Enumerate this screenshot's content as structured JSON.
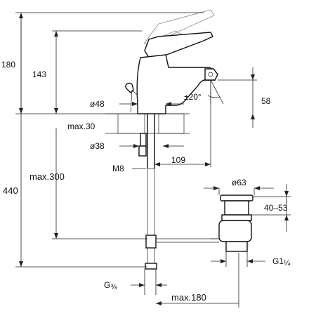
{
  "dimensions": {
    "height_overall": "440",
    "height_spout": "180",
    "height_outlet": "143",
    "tilt_angle": "±20°",
    "spout_dia": "58",
    "base_dia": "ø48",
    "counter_max": "max.30",
    "shank_dia": "ø38",
    "reach": "109",
    "thread_shank": "M8",
    "hose_max": "max.300",
    "waste_dia": "ø63",
    "waste_range": "40–53",
    "waste_thread": "G1",
    "waste_thread_frac": "¼",
    "inlet_thread": "G",
    "inlet_thread_frac": "⅜",
    "inlet_max": "max.180"
  },
  "colors": {
    "line": "#111111",
    "ghost": "#8a8a8a",
    "hatch": "#555555"
  }
}
